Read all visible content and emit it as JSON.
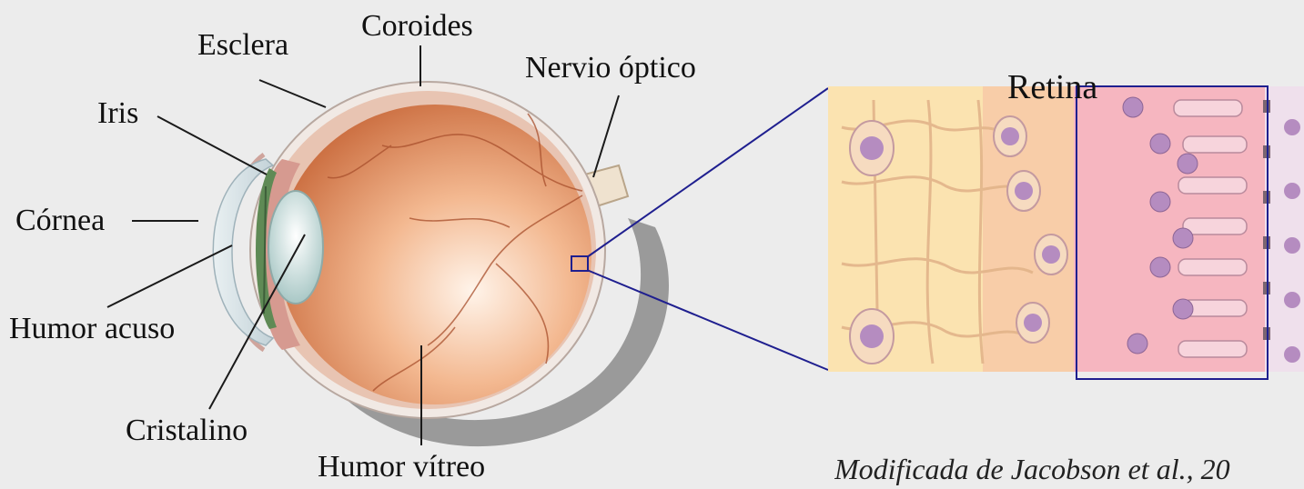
{
  "labels": {
    "esclera": "Esclera",
    "coroides": "Coroides",
    "nervio_optico": "Nervio óptico",
    "iris": "Iris",
    "cornea": "Córnea",
    "humor_acuoso": "Humor acuso",
    "cristalino": "Cristalino",
    "humor_vitreo": "Humor vítreo",
    "retina": "Retina"
  },
  "caption": "Modificada de Jacobson et al., 20",
  "colors": {
    "background": "#ececec",
    "leader_line": "#1a1a1a",
    "zoom_box": "#1f1f8f",
    "eyeball_outer": "#f0e6e0",
    "eyeball_inner": "#d98a5a",
    "lens": "#c9dedd",
    "retina_layer_1": "#fbe3b0",
    "retina_layer_2": "#f8cda8",
    "retina_layer_3": "#f6b6c0",
    "retina_layer_4": "#efe0ec",
    "cell_nucleus": "#b58cc0"
  }
}
